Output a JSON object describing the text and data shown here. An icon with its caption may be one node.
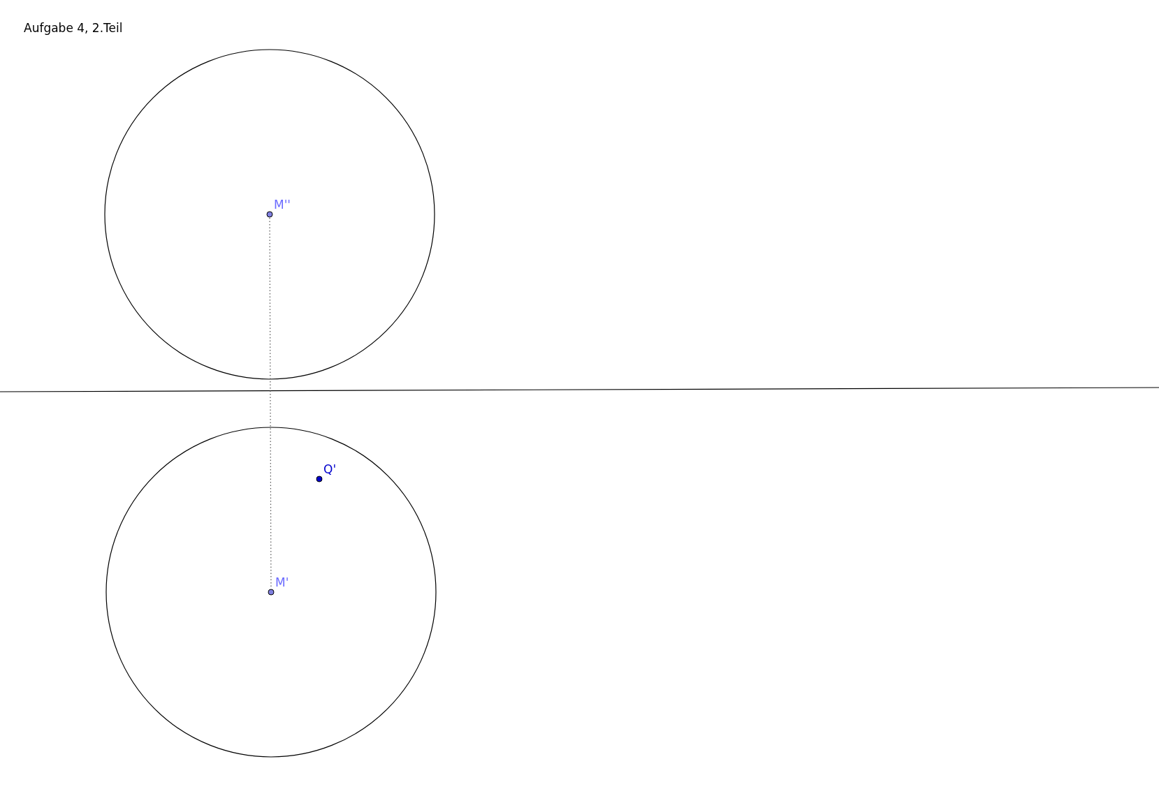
{
  "diagram": {
    "title": "Aufgabe 4, 2.Teil",
    "nodes": [
      {
        "text": [
          "M''"
        ]
      },
      {
        "text": [
          "M'"
        ]
      }
    ],
    "edges": [
      {
        "from": 0,
        "to": 1,
        "arrow": "none",
        "style": "dashed"
      }
    ],
    "labels": [
      "Q'"
    ]
  }
}
